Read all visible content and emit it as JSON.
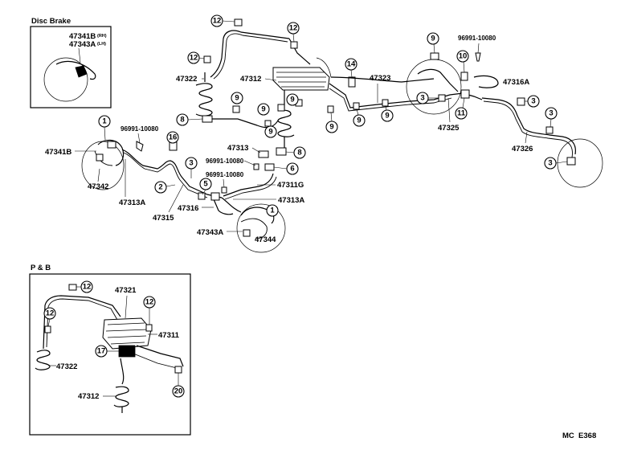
{
  "boxes": {
    "disc_brake": {
      "title": "Disc Brake",
      "part_rh": "47341B",
      "rh_note": "(RH)",
      "part_lh": "47343A",
      "lh_note": "(LH)"
    },
    "p_and_b": {
      "title": "P & B"
    }
  },
  "labels": {
    "p47341b": "47341B",
    "p47342": "47342",
    "p47313a_left": "47313A",
    "p47315": "47315",
    "p47316": "47316",
    "p47343a": "47343A",
    "p47344": "47344",
    "p47313a_mid": "47313A",
    "p47311g": "47311G",
    "p47313": "47313",
    "p47322": "47322",
    "p47312": "47312",
    "p47323": "47323",
    "p47325": "47325",
    "p47316a": "47316A",
    "p47326": "47326",
    "clip_a": "96991-10080",
    "clip_b": "96991-10080",
    "clip_c": "96991-10080",
    "clip_d": "96991-10080",
    "pb_47321": "47321",
    "pb_47311": "47311",
    "pb_47322": "47322",
    "pb_47312": "47312",
    "diagram_code": "MC  E368"
  },
  "callouts": {
    "c1_left": "1",
    "c2": "2",
    "c3_left": "3",
    "c5": "5",
    "c16": "16",
    "c1_mid": "1",
    "c6": "6",
    "c8_mid": "8",
    "c8_left": "8",
    "c12_top": "12",
    "c12_left": "12",
    "c12_right": "12",
    "c9_a": "9",
    "c9_b": "9",
    "c9_c": "9",
    "c9_d": "9",
    "c9_e": "9",
    "c9_f": "9",
    "c9_g": "9",
    "c9_top": "9",
    "c14": "14",
    "c10": "10",
    "c11": "11",
    "c3_r1": "3",
    "c3_r2": "3",
    "c3_r3": "3",
    "c3_r4": "3",
    "pb_c12_top": "12",
    "pb_c12_left": "12",
    "pb_c12_right": "12",
    "pb_c17": "17",
    "pb_c20": "20"
  }
}
